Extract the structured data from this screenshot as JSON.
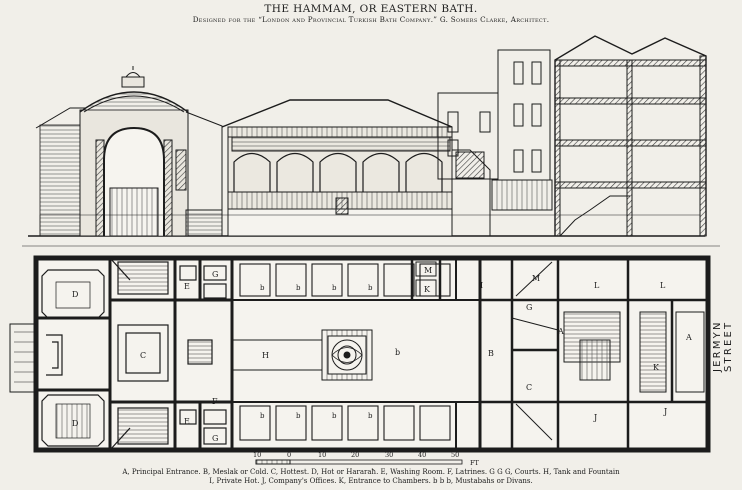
{
  "title": "THE HAMMAM, OR EASTERN BATH.",
  "subtitle": "Designed for the “London and Provincial Turkish Bath Company.” G. Somers Clarke, Architect.",
  "street_label": "JERMYN STREET",
  "scale": {
    "ticks": [
      "10",
      "0",
      "10",
      "20",
      "30",
      "40",
      "50"
    ],
    "unit": "FT"
  },
  "legend": {
    "line1": "A, Principal Entrance.    B, Meslak or Cold.    C, Hottest.    D, Hot or Hararaħ.    E, Washing Room.    F, Latrines.    G G G, Courts.    H, Tank and Fountain",
    "line2": "I, Private Hot.    J, Company's Offices.    K, Entrance to Chambers.    b b b, Mustabahs or Divans."
  },
  "plan_labels": {
    "D": "D",
    "C": "C",
    "E": "E",
    "G": "G",
    "F": "F",
    "H": "H",
    "B": "B",
    "I": "I",
    "M": "M",
    "K": "K",
    "L": "L",
    "A": "A",
    "J": "J",
    "b": "b"
  },
  "colors": {
    "ink": "#1c1c1c",
    "paper": "#f1efe9",
    "hatch": "#3a3a3a"
  }
}
